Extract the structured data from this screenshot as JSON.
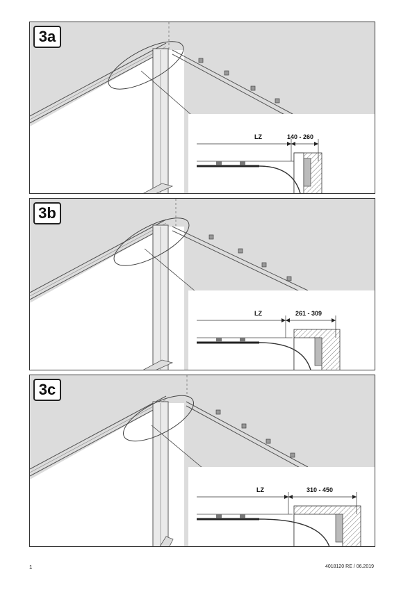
{
  "panels": [
    {
      "label": "3a",
      "lz_label": "LZ",
      "range_label": "140 - 260"
    },
    {
      "label": "3b",
      "lz_label": "LZ",
      "range_label": "261 - 309"
    },
    {
      "label": "3c",
      "lz_label": "LZ",
      "range_label": "310 - 450"
    }
  ],
  "footer": {
    "page_number": "1",
    "document_ref": "4018120 RE / 06.2019"
  }
}
